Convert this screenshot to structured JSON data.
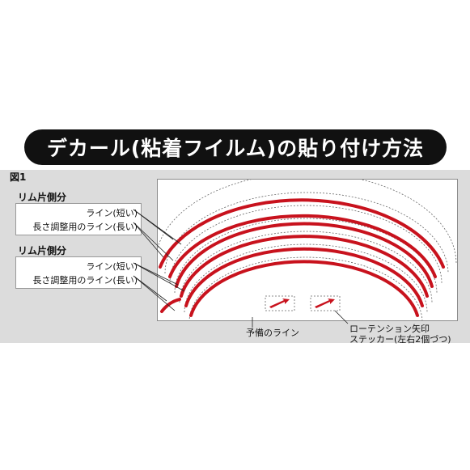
{
  "header": {
    "title": "デカール(粘着フイルム)の貼り付け方法"
  },
  "figure": {
    "label": "図1",
    "groups": [
      {
        "title": "リム片側分",
        "lines": [
          "ライン(短い)",
          "長さ調整用のライン(長い)"
        ]
      },
      {
        "title": "リム片側分",
        "lines": [
          "ライン(短い)",
          "長さ調整用のライン(長い)"
        ]
      }
    ],
    "spare_label": "予備のライン",
    "sticker_label_line1": "ローテンション矢印",
    "sticker_label_line2": "ステッカー(左右2個づつ)"
  },
  "colors": {
    "stripe": "#c8121d",
    "title_bar": "#111111",
    "panel": "#dcdcdc"
  }
}
